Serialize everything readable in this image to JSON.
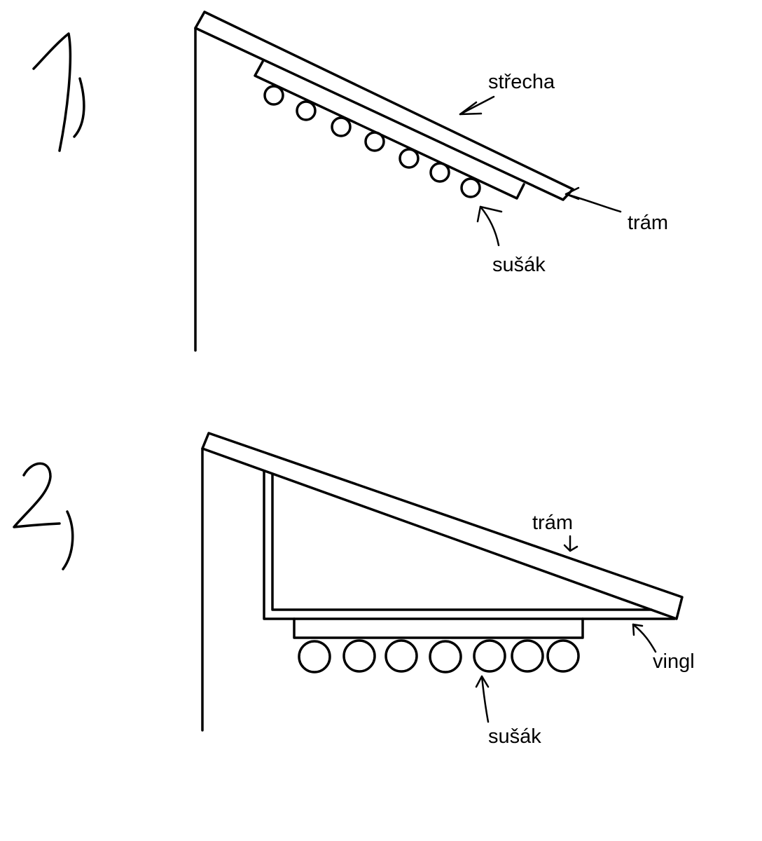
{
  "colors": {
    "background": "#ffffff",
    "ink": "#000000"
  },
  "diagram1": {
    "labels": {
      "roof": "střecha",
      "beam": "trám",
      "dryer": "sušák"
    }
  },
  "diagram2": {
    "labels": {
      "beam": "trám",
      "angle": "vingl",
      "dryer": "sušák"
    }
  }
}
